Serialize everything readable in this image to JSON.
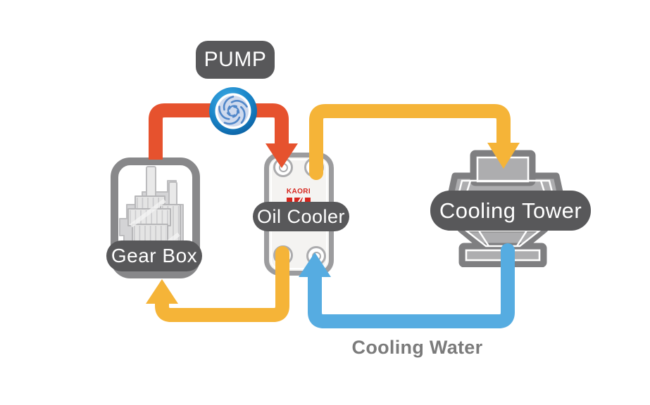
{
  "components": {
    "pump": {
      "label": "PUMP"
    },
    "gear_box": {
      "label": "Gear Box"
    },
    "oil_cooler": {
      "label": "Oil Cooler",
      "brand": "KAORI"
    },
    "cooling_tower": {
      "label": "Cooling Tower"
    }
  },
  "annotations": {
    "cooling_water": "Cooling Water"
  },
  "flows": [
    {
      "name": "hot-oil",
      "from": "Gear Box",
      "to": "Oil Cooler",
      "via": "PUMP",
      "color": "#E6522E"
    },
    {
      "name": "warm-water",
      "from": "Oil Cooler",
      "to": "Cooling Tower",
      "color": "#F5B438"
    },
    {
      "name": "cooled-oil",
      "from": "Oil Cooler",
      "to": "Gear Box",
      "color": "#F5B438"
    },
    {
      "name": "cooling-water",
      "from": "Cooling Tower",
      "to": "Oil Cooler",
      "color": "#56ACE1",
      "label": "Cooling Water"
    }
  ],
  "colors": {
    "background": "#FFFFFF",
    "hot_pipe": "#E6522E",
    "warm_pipe": "#F5B438",
    "cool_pipe": "#56ACE1",
    "label_bg": "#58585A",
    "label_text": "#FFFFFF",
    "tower_fill": "#ADADAF",
    "tower_outline": "#7F7F81",
    "device_border": "#88888A",
    "brand_red": "#D6261E",
    "cooling_water_text": "#7B7B7B",
    "pump_blue": "#1478BE"
  }
}
